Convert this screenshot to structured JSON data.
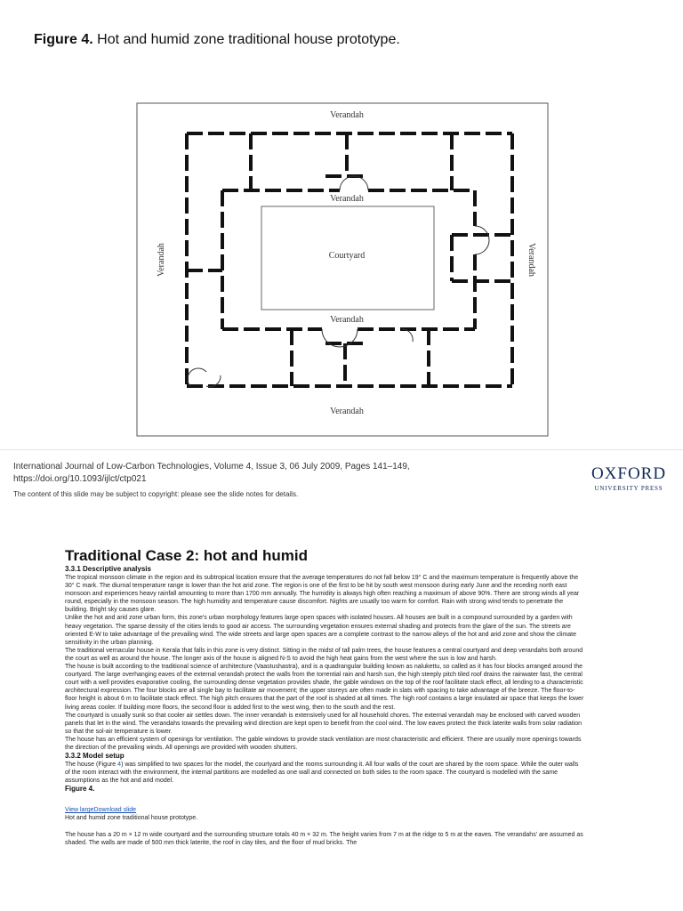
{
  "figure_caption": {
    "label": "Figure 4.",
    "text": " Hot and humid zone traditional house prototype."
  },
  "floor_plan": {
    "labels": {
      "verandah_top": "Verandah",
      "verandah_inner_top": "Verandah",
      "courtyard": "Courtyard",
      "verandah_inner_bottom": "Verandah",
      "verandah_bottom": "Verandah",
      "verandah_left": "Verandah",
      "verandah_right": "Verandah"
    }
  },
  "citation": {
    "line1": "International Journal of Low-Carbon Technologies, Volume 4, Issue 3, 06 July 2009, Pages 141–149,",
    "line2": "https://doi.org/10.1093/ijlct/ctp021",
    "copyright": "The content of this slide may be subject to copyright: please see the slide notes for details."
  },
  "publisher": {
    "name": "OXFORD",
    "sub": "UNIVERSITY PRESS"
  },
  "article": {
    "title": "Traditional Case 2: hot and humid",
    "section1": "3.3.1 Descriptive analysis",
    "p1": "The tropical monsoon climate in the region and its subtropical location ensure that the average temperatures do not fall below 19° C and the maximum temperature is frequently above the 30° C mark. The diurnal temperature range is lower than the hot arid zone. The region is one of the first to be hit by south west monsoon during early June and the receding north east monsoon and experiences heavy rainfall amounting to more than 1700 mm annually. The humidity is always high often reaching a maximum of above 90%. There are strong winds all year round, especially in the monsoon season. The high humidity and temperature cause discomfort. Nights are usually too warm for comfort. Rain with strong wind tends to penetrate the building. Bright sky causes glare.",
    "p2": "Unlike the hot and arid zone urban form, this zone's urban morphology features large open spaces with isolated houses. All houses are built in a compound surrounded by a garden with heavy vegetation. The sparse density of the cities lends to good air access. The surrounding vegetation ensures external shading and protects from the glare of the sun. The streets are oriented E-W to take advantage of the prevailing wind. The wide streets and large open spaces are a complete contrast to the narrow alleys of the hot and arid zone and show the climate sensitivity in the urban planning.",
    "p3": "The traditional vernacular house in Kerala that falls in this zone is very distinct. Sitting in the midst of tall palm trees, the house features a central courtyard and deep verandahs both around the court as well as around the house. The longer axis of the house is aligned N-S to avoid the high heat gains from the west where the sun is low and harsh.",
    "p4": "The house is built according to the traditional science of architecture (Vaastushastra), and is a quadrangular building known as nalukettu, so called as it has four blocks arranged around the courtyard. The large overhanging eaves of the external verandah protect the walls from the torrential rain and harsh sun, the high steeply pitch tiled roof drains the rainwater fast, the central court with a well provides evaporative cooling, the surrounding dense vegetation provides shade, the gable windows on the top of the roof facilitate stack effect, all lending to a characteristic architectural expression. The four blocks are all single bay to facilitate air movement; the upper storeys are often made in slats with spacing to take advantage of the breeze. The floor-to-floor height is about 6 m to facilitate stack effect. The high pitch ensures that the part of the roof is shaded at all times. The high roof contains a large insulated air space that keeps the lower living areas cooler. If building more floors, the second floor is added first to the west wing, then to the south and the rest.",
    "p5": "The courtyard is usually sunk so that cooler air settles down. The inner verandah is extensively used for all household chores. The external verandah may be enclosed with carved wooden panels that let in the wind. The verandahs towards the prevailing wind direction are kept open to benefit from the cool wind. The low eaves protect the thick laterite walls from solar radiation so that the sol-air temperature is lower.",
    "p6": "The house has an efficient system of openings for ventilation. The gable windows to provide stack ventilation are most characteristic and efficient. There are usually more openings towards the direction of the prevailing winds. All openings are provided with wooden shutters.",
    "section2": "3.3.2 Model setup",
    "p7_before": "The house (Figure ",
    "p7_ref": "4",
    "p7_after": ") was simplified to two spaces for the model, the courtyard and the rooms surrounding it. All four walls of the court are shared by the room space. While the outer walls of the room interact with the environment, the internal partitions are modelled as one wall and connected on both sides to the room space. The courtyard is modelled with the same assumptions as the hot and arid model.",
    "figure_label": "Figure 4.",
    "links": "View largeDownload slide",
    "figure_title": "Hot and humid zone traditional house prototype.",
    "p8": "The house has a 20 m × 12 m wide courtyard and the surrounding structure totals 40 m × 32 m. The height varies from 7 m at the ridge to 5 m at the eaves. The verandahs' are assumed as shaded. The walls are made of 500 mm thick laterite, the roof in clay tiles, and the floor of mud bricks. The"
  }
}
